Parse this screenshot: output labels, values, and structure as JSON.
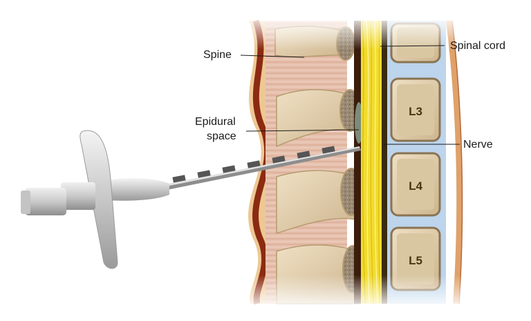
{
  "labels": {
    "spine": "Spine",
    "epidural_line1": "Epidural",
    "epidural_line2": "space",
    "spinal_cord": "Spinal cord",
    "nerve": "Nerve"
  },
  "vertebrae": [
    "L3",
    "L4",
    "L5"
  ],
  "colors": {
    "bone": "#e5d1ad",
    "bone_shade": "#c6a77a",
    "disc": "#bcd4ec",
    "nerve": "#f2dc2e",
    "skin": "#edc894",
    "muscle": "#8c2a12",
    "needle_body": "#d8d8d8"
  },
  "icons": [
    "epidural-needle-icon"
  ]
}
